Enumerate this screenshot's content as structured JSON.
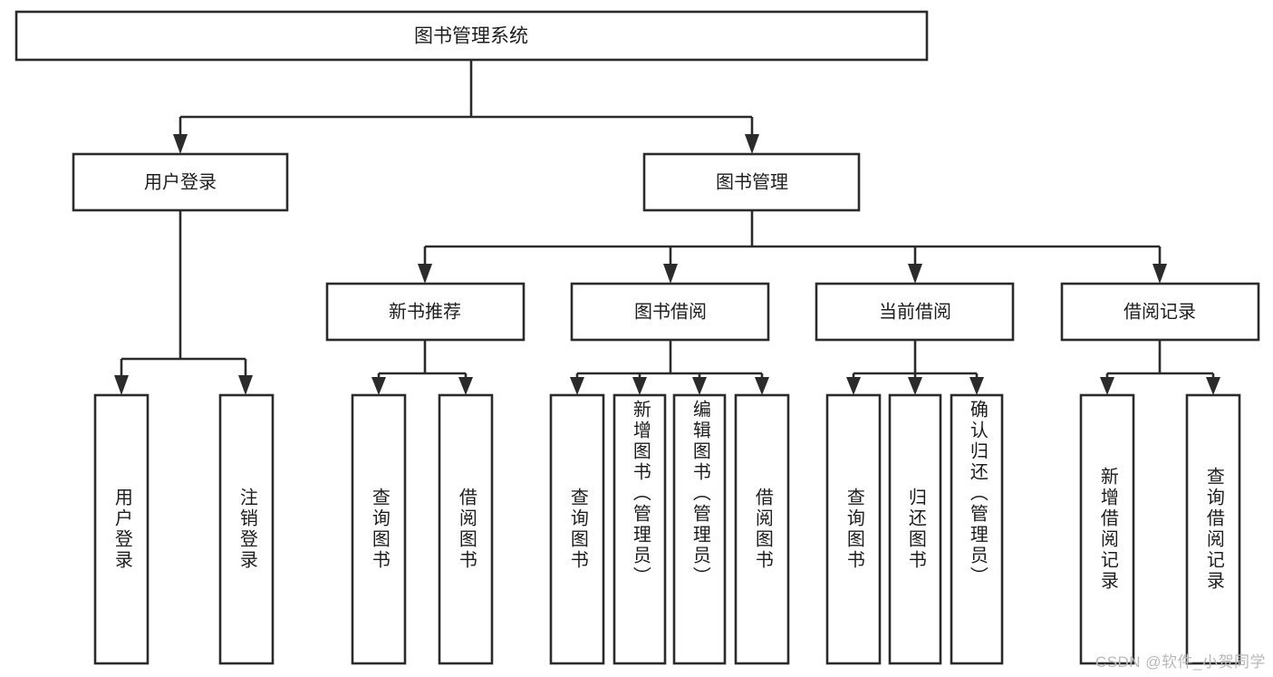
{
  "diagram": {
    "type": "tree-hierarchy",
    "title": "图书管理系统",
    "watermark": "CSDN @软件_小贺同学",
    "colors": {
      "stroke": "#2b2b2b",
      "fill": "#ffffff",
      "text": "#1d1d1d",
      "watermark": "#b9b9b9"
    },
    "levels": {
      "root": {
        "label": "图书管理系统"
      },
      "level2": [
        {
          "label": "用户登录"
        },
        {
          "label": "图书管理"
        }
      ],
      "level3": [
        {
          "label": "新书推荐"
        },
        {
          "label": "图书借阅"
        },
        {
          "label": "当前借阅"
        },
        {
          "label": "借阅记录"
        }
      ],
      "leaves": [
        {
          "label": "用户登录",
          "parent": "用户登录"
        },
        {
          "label": "注销登录",
          "parent": "用户登录"
        },
        {
          "label": "查询图书",
          "parent": "新书推荐"
        },
        {
          "label": "借阅图书",
          "parent": "新书推荐"
        },
        {
          "label": "查询图书",
          "parent": "图书借阅"
        },
        {
          "label": "新增图书（管理员）",
          "parent": "图书借阅"
        },
        {
          "label": "编辑图书（管理员）",
          "parent": "图书借阅"
        },
        {
          "label": "借阅图书",
          "parent": "图书借阅"
        },
        {
          "label": "查询图书",
          "parent": "当前借阅"
        },
        {
          "label": "归还图书",
          "parent": "当前借阅"
        },
        {
          "label": "确认归还（管理员）",
          "parent": "当前借阅"
        },
        {
          "label": "新增借阅记录",
          "parent": "借阅记录"
        },
        {
          "label": "查询借阅记录",
          "parent": "借阅记录"
        }
      ]
    }
  }
}
